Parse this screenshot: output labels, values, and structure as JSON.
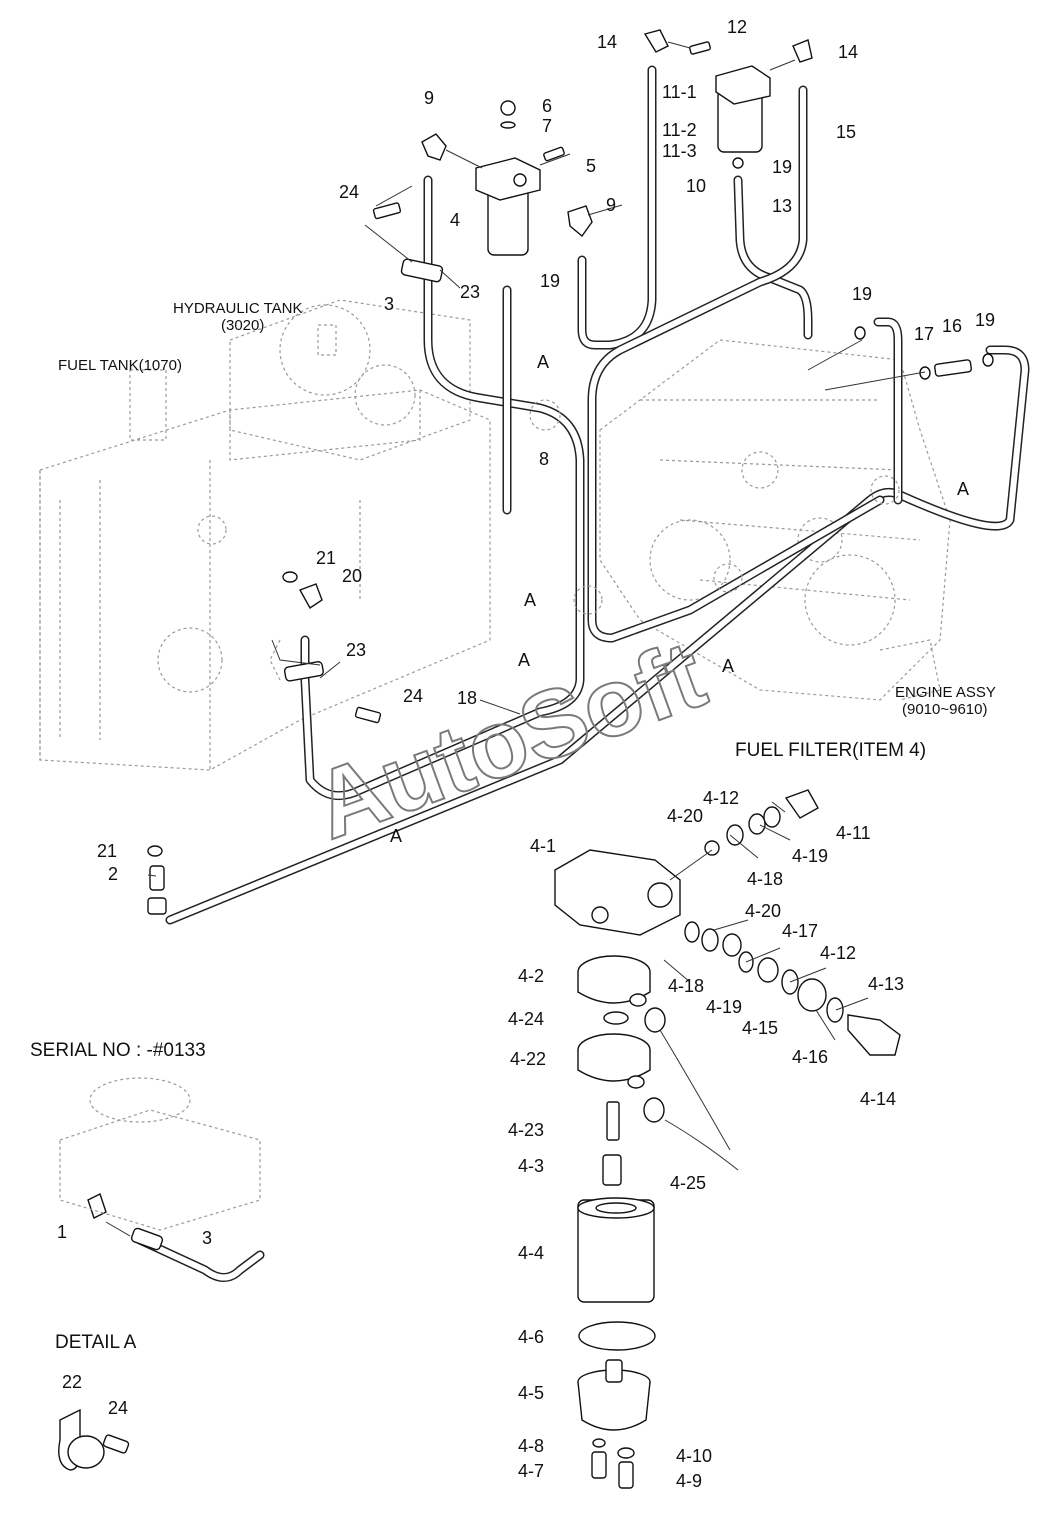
{
  "captions": {
    "hydraulic_tank": "HYDRAULIC TANK",
    "hydraulic_tank_no": "(3020)",
    "fuel_tank": "FUEL TANK(1070)",
    "engine_assy": "ENGINE ASSY",
    "engine_assy_no": "(9010~9610)",
    "fuel_filter": "FUEL FILTER(ITEM 4)",
    "serial_no": "SERIAL NO : -#0133",
    "detail_a": "DETAIL  A"
  },
  "watermark": "AutoSoft",
  "labels": {
    "l14a": "14",
    "l12": "12",
    "l14b": "14",
    "l9a": "9",
    "l6": "6",
    "l7": "7",
    "l11_1": "11-1",
    "l11_2": "11-2",
    "l11_3": "11-3",
    "l15": "15",
    "l24a": "24",
    "l4": "4",
    "l5": "5",
    "l10": "10",
    "l19a": "19",
    "l9b": "9",
    "l13": "13",
    "l3a": "3",
    "l23a": "23",
    "l19b": "19",
    "l19c": "19",
    "l17": "17",
    "l16": "16",
    "l19d": "19",
    "lA1": "A",
    "l8": "8",
    "lA2": "A",
    "l21a": "21",
    "l20": "20",
    "lA3": "A",
    "l23b": "23",
    "lA4": "A",
    "lA5": "A",
    "l24b": "24",
    "l18": "18",
    "lA6": "A",
    "l21b": "21",
    "l2": "2",
    "l1": "1",
    "l3b": "3",
    "l22": "22",
    "l24c": "24"
  },
  "filter_labels": {
    "f4_12a": "4-12",
    "f4_20a": "4-20",
    "f4_11": "4-11",
    "f4_19a": "4-19",
    "f4_1": "4-1",
    "f4_18a": "4-18",
    "f4_20b": "4-20",
    "f4_17": "4-17",
    "f4_12b": "4-12",
    "f4_2": "4-2",
    "f4_18b": "4-18",
    "f4_19b": "4-19",
    "f4_13": "4-13",
    "f4_24": "4-24",
    "f4_15": "4-15",
    "f4_22": "4-22",
    "f4_16": "4-16",
    "f4_14": "4-14",
    "f4_23": "4-23",
    "f4_3": "4-3",
    "f4_25": "4-25",
    "f4_4": "4-4",
    "f4_6": "4-6",
    "f4_5": "4-5",
    "f4_8": "4-8",
    "f4_10": "4-10",
    "f4_7": "4-7",
    "f4_9": "4-9"
  }
}
